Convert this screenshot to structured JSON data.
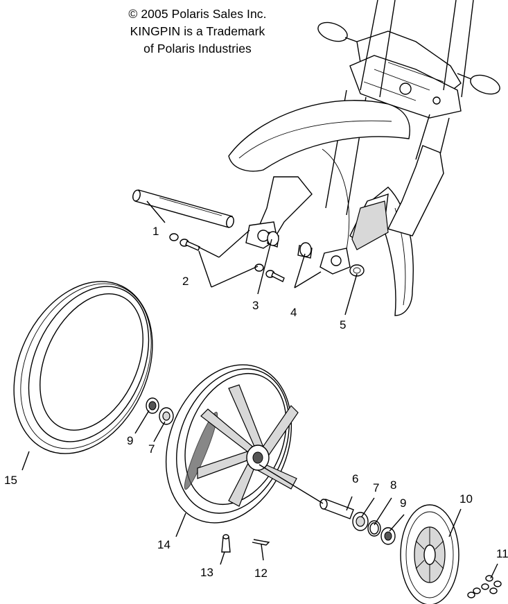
{
  "header": {
    "copyright_line": "© 2005 Polaris Sales Inc.",
    "trademark_line1": "KINGPIN is a Trademark",
    "trademark_line2": "of Polaris Industries"
  },
  "callouts": [
    {
      "id": "1",
      "label": "1"
    },
    {
      "id": "2",
      "label": "2"
    },
    {
      "id": "3",
      "label": "3"
    },
    {
      "id": "4",
      "label": "4"
    },
    {
      "id": "5",
      "label": "5"
    },
    {
      "id": "6",
      "label": "6"
    },
    {
      "id": "7a",
      "label": "7"
    },
    {
      "id": "7b",
      "label": "7"
    },
    {
      "id": "8",
      "label": "8"
    },
    {
      "id": "9a",
      "label": "9"
    },
    {
      "id": "9b",
      "label": "9"
    },
    {
      "id": "10",
      "label": "10"
    },
    {
      "id": "11",
      "label": "11"
    },
    {
      "id": "12",
      "label": "12"
    },
    {
      "id": "13",
      "label": "13"
    },
    {
      "id": "14",
      "label": "14"
    },
    {
      "id": "15",
      "label": "15"
    }
  ]
}
